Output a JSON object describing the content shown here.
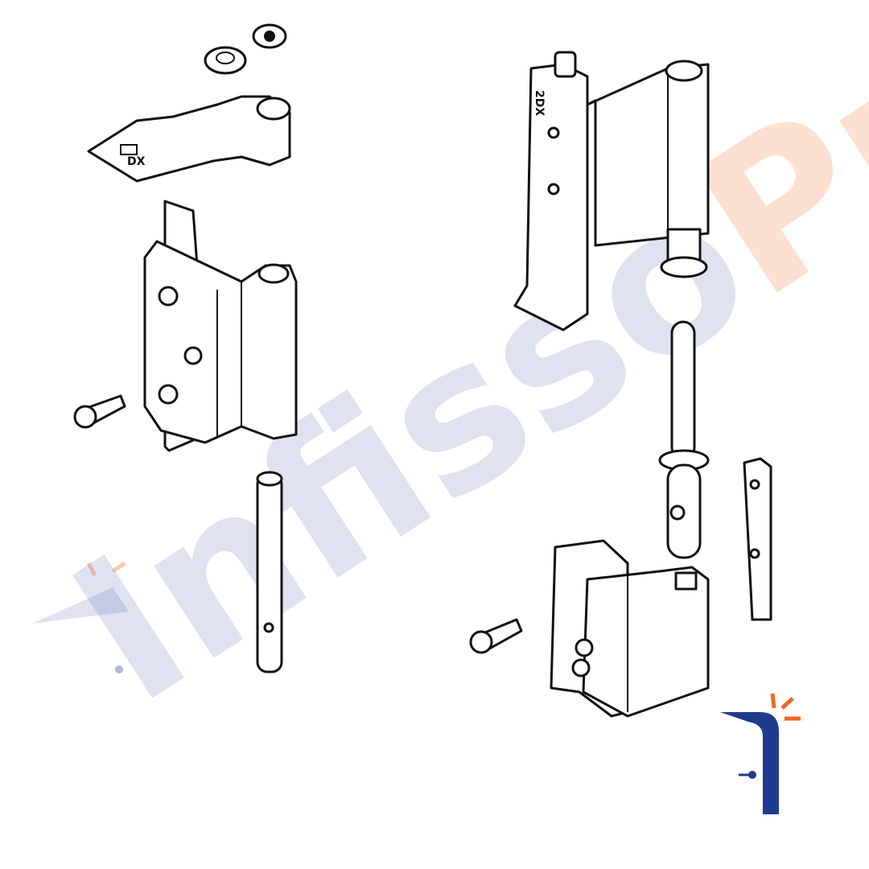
{
  "watermark": {
    "text_main": "Infisso",
    "text_accent": "Pro",
    "main_color": "#dfe3f0",
    "accent_color": "#fde0d2"
  },
  "part_markings": {
    "left_plate": "DX",
    "right_hinge": "2DX"
  },
  "logo": {
    "navy": "#1f3a8f",
    "orange": "#f0642d"
  }
}
